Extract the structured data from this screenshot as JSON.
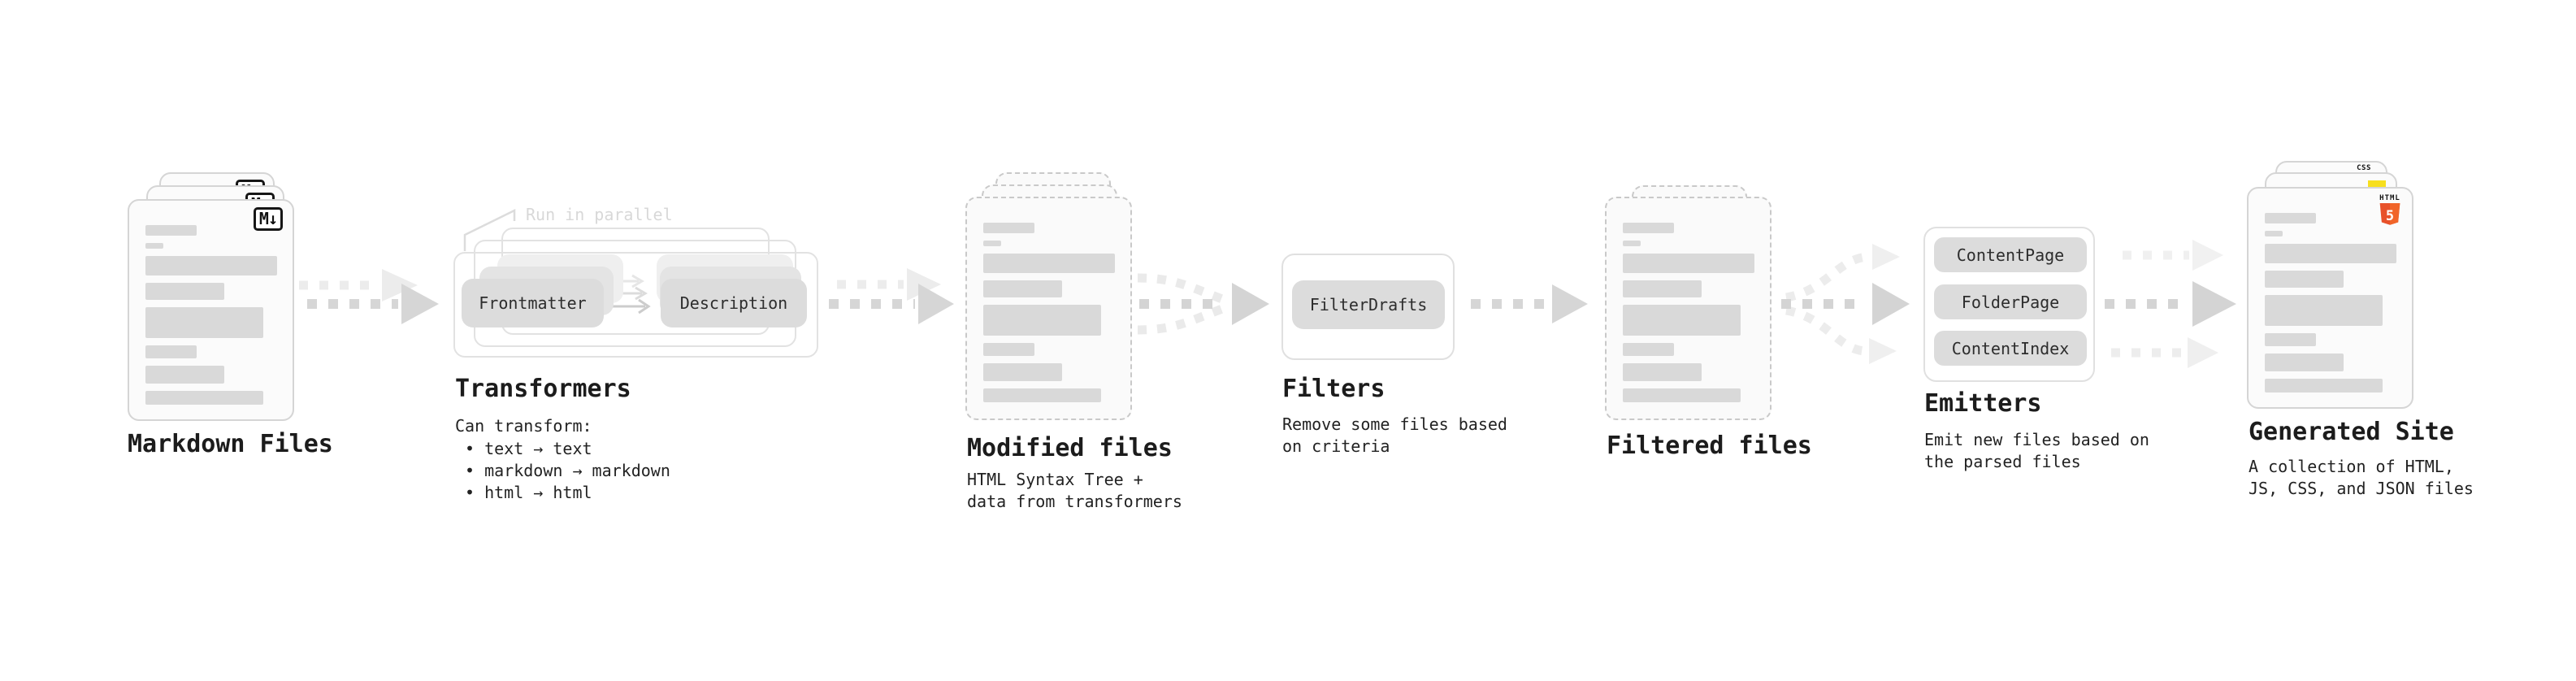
{
  "stages": {
    "markdown_files": {
      "title": "Markdown Files"
    },
    "transformers": {
      "title": "Transformers",
      "note": "Run in parallel",
      "pill_left": "Frontmatter",
      "pill_right": "Description",
      "desc_heading": "Can transform:",
      "bullets": [
        "• text → text",
        "• markdown → markdown",
        "• html → html"
      ]
    },
    "modified_files": {
      "title": "Modified files",
      "desc_line1": "HTML Syntax Tree +",
      "desc_line2": "data from transformers"
    },
    "filters": {
      "title": "Filters",
      "pill": "FilterDrafts",
      "desc_line1": "Remove some files based",
      "desc_line2": "on criteria"
    },
    "filtered_files": {
      "title": "Filtered files"
    },
    "emitters": {
      "title": "Emitters",
      "pill1": "ContentPage",
      "pill2": "FolderPage",
      "pill3": "ContentIndex",
      "desc_line1": "Emit new files based on",
      "desc_line2": "the parsed files"
    },
    "generated_site": {
      "title": "Generated Site",
      "desc_line1": "A collection of HTML,",
      "desc_line2": "JS, CSS, and JSON files"
    }
  },
  "icons": {
    "markdown_badge": "M↓",
    "html5_wordmark": "HTML",
    "html5_numeral": "5",
    "css_wordmark": "CSS"
  },
  "colors": {
    "background": "#ffffff",
    "card_background": "#fbfbfb",
    "placeholder_bar": "#d9d9d9",
    "pill_background": "#dcdcdc",
    "arrow_main": "#d5d5d5",
    "arrow_ghost": "#ececec",
    "js_badge": "#f7df1e",
    "css_accent": "#2965f1",
    "html5_shield": "#e8512a",
    "text_primary": "#1c1c1c",
    "note_text": "#d8d8d8"
  }
}
